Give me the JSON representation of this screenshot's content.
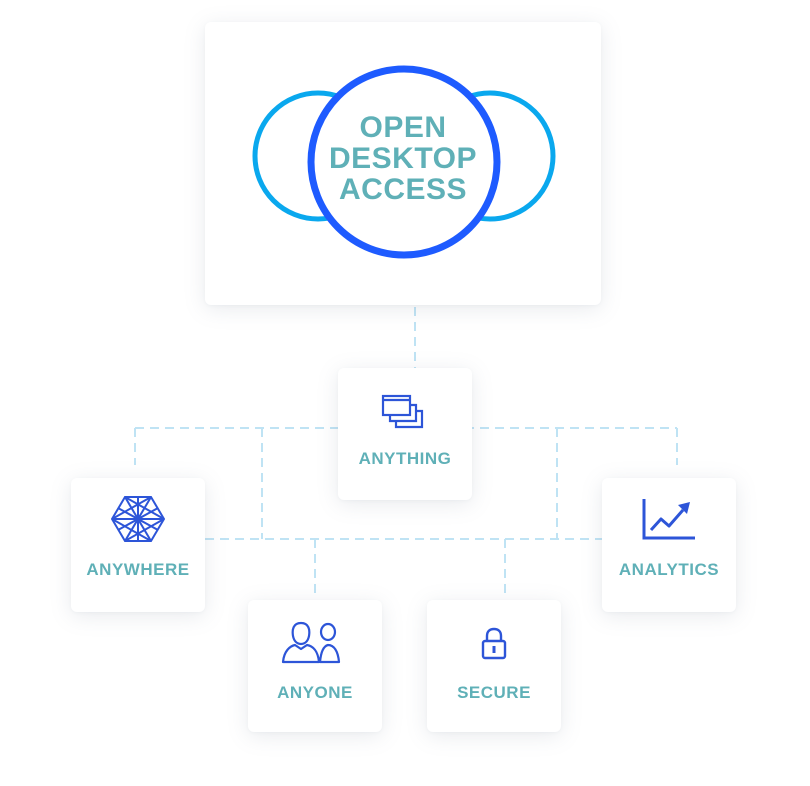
{
  "colors": {
    "teal": "#5fb0b7",
    "royal_blue": "#1e5bff",
    "sky_blue": "#0aa8ee",
    "connector": "#bfe3f4",
    "icon_blue": "#2d55d8"
  },
  "logo": {
    "line1": "OPEN",
    "line2": "DESKTOP",
    "line3": "ACCESS"
  },
  "nodes": {
    "anything": {
      "label": "ANYTHING",
      "icon": "windows-stack-icon"
    },
    "anywhere": {
      "label": "ANYWHERE",
      "icon": "globe-mesh-icon"
    },
    "analytics": {
      "label": "ANALYTICS",
      "icon": "trend-chart-icon"
    },
    "anyone": {
      "label": "ANYONE",
      "icon": "users-icon"
    },
    "secure": {
      "label": "SECURE",
      "icon": "padlock-icon"
    }
  }
}
